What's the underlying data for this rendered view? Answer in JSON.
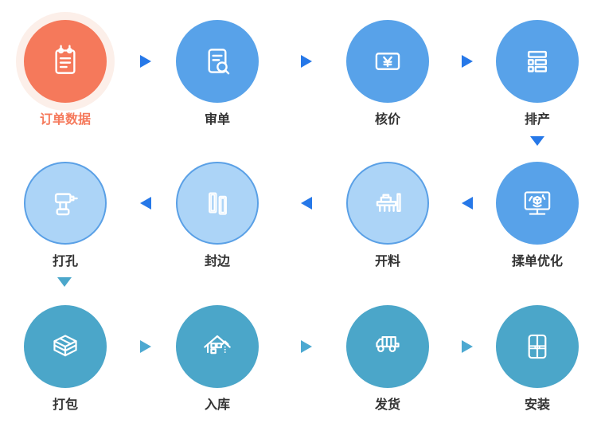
{
  "diagram": {
    "type": "process-flow",
    "rows": 3,
    "columns": 4,
    "flow_direction": {
      "row1": "left-to-right",
      "row2": "right-to-left",
      "row3": "left-to-right"
    }
  },
  "steps": [
    {
      "label": "订单数据",
      "icon": "notepad-icon",
      "row": 1,
      "col": 1,
      "style": "orange"
    },
    {
      "label": "审单",
      "icon": "document-search-icon",
      "row": 1,
      "col": 2,
      "style": "blue"
    },
    {
      "label": "核价",
      "icon": "yen-price-card-icon",
      "row": 1,
      "col": 3,
      "style": "blue"
    },
    {
      "label": "排产",
      "icon": "schedule-list-icon",
      "row": 1,
      "col": 4,
      "style": "blue"
    },
    {
      "label": "揉单优化",
      "icon": "monitor-3d-cube-icon",
      "row": 2,
      "col": 4,
      "style": "blue"
    },
    {
      "label": "开料",
      "icon": "cutting-machine-icon",
      "row": 2,
      "col": 3,
      "style": "light-blue"
    },
    {
      "label": "封边",
      "icon": "edge-banded-panels-icon",
      "row": 2,
      "col": 2,
      "style": "light-blue"
    },
    {
      "label": "打孔",
      "icon": "drill-icon",
      "row": 2,
      "col": 1,
      "style": "light-blue"
    },
    {
      "label": "打包",
      "icon": "package-box-icon",
      "row": 3,
      "col": 1,
      "style": "teal"
    },
    {
      "label": "入库",
      "icon": "warehouse-icon",
      "row": 3,
      "col": 2,
      "style": "teal"
    },
    {
      "label": "发货",
      "icon": "delivery-truck-icon",
      "row": 3,
      "col": 3,
      "style": "teal"
    },
    {
      "label": "安装",
      "icon": "cabinet-icon",
      "row": 3,
      "col": 4,
      "style": "teal"
    }
  ],
  "colors": {
    "arrow_blue": "#2678E8",
    "arrow_teal": "#4DA9D1",
    "circle_blue": "#58A2E9",
    "circle_light_blue_fill": "#ACD4F7",
    "circle_light_blue_border": "#5AA0E6",
    "circle_teal": "#4BA6C9",
    "circle_orange": "#F5795B",
    "orange_halo": "#FCEFE9",
    "label_dark": "#333333",
    "label_orange": "#F5795B",
    "icon_stroke": "#FFFFFF"
  }
}
